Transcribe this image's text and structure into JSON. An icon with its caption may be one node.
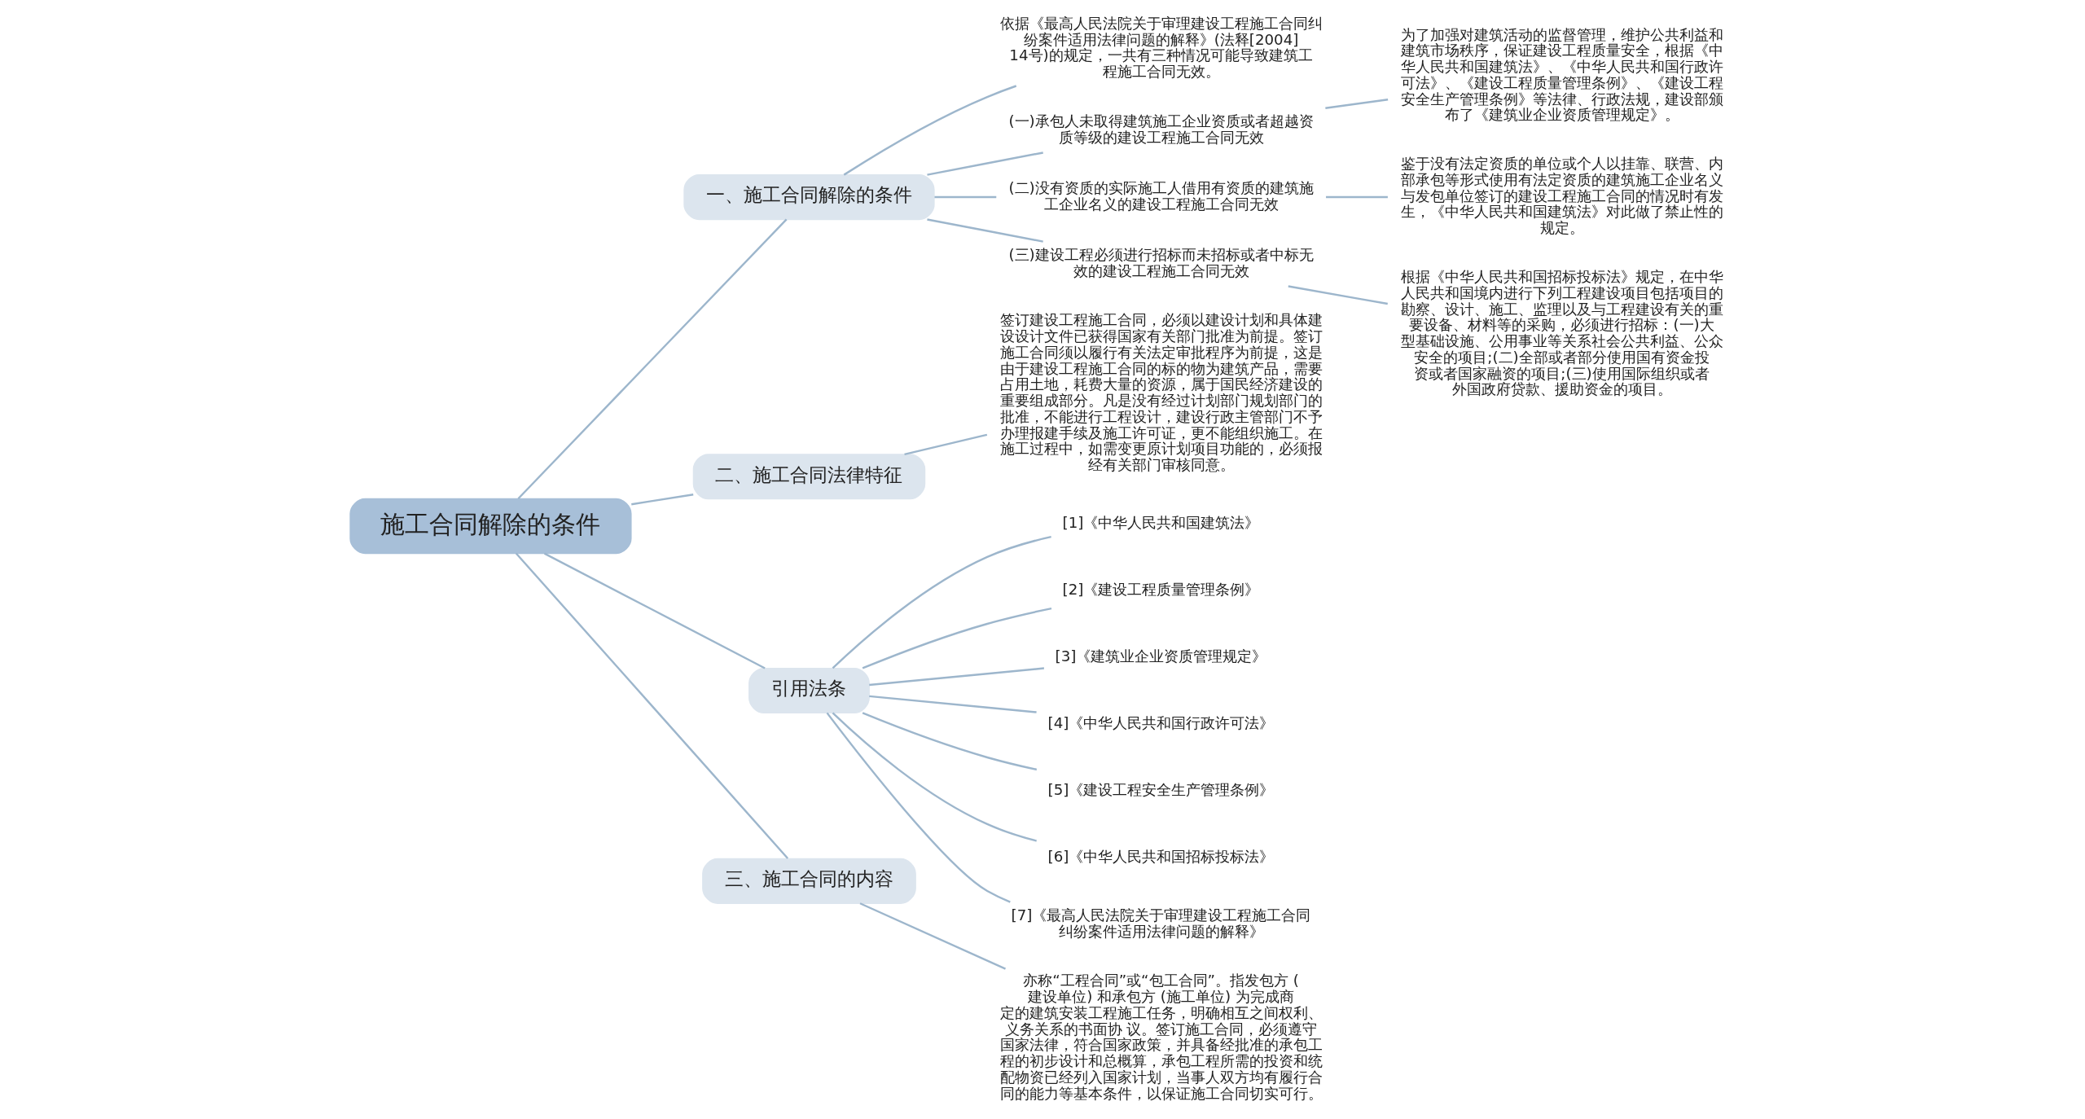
{
  "diagram": {
    "nodes": [
      {
        "text": [
          "施工合同解除的条件"
        ]
      },
      {
        "text": [
          "一、施工合同解除的条件"
        ]
      },
      {
        "text": [
          "依据《最高人民法院关于审理建设工程施工合同纠纷案件适用法律问题的解释》(法释[2004]14号)的规定，一共有三种情况可能导致建筑工程施工合同无效。"
        ]
      },
      {
        "text": [
          "(一)承包人未取得建筑施工企业资质或者超越资质等级的建设工程施工合同无效"
        ]
      },
      {
        "text": [
          "为了加强对建筑活动的监督管理，维护公共利益和建筑市场秩序，保证建设工程质量安全，根据《中华人民共和国建筑法》、《中华人民共和国行政许可法》、《建设工程质量管理条例》、《建设工程安全生产管理条例》等法律、行政法规，建设部颁布了《建筑业企业资质管理规定》。"
        ]
      },
      {
        "text": [
          "(二)没有资质的实际施工人借用有资质的建筑施工企业名义的建设工程施工合同无效"
        ]
      },
      {
        "text": [
          "鉴于没有法定资质的单位或个人以挂靠、联营、内部承包等形式使用有法定资质的建筑施工企业名义与发包单位签订的建设工程施工合同的情况时有发生，《中华人民共和国建筑法》对此做了禁止性的规定。"
        ]
      },
      {
        "text": [
          "(三)建设工程必须进行招标而未招标或者中标无效的建设工程施工合同无效"
        ]
      },
      {
        "text": [
          "根据《中华人民共和国招标投标法》规定，在中华人民共和国境内进行下列工程建设项目包括项目的勘察、设计、施工、监理以及与工程建设有关的重要设备、材料等的采购，必须进行招标：(一)大型基础设施、公用事业等关系社会公共利益、公众安全的项目;(二)全部或者部分使用国有资金投资或者国家融资的项目;(三)使用国际组织或者外国政府贷款、援助资金的项目。"
        ]
      },
      {
        "text": [
          "二、施工合同法律特征"
        ]
      },
      {
        "text": [
          "签订建设工程施工合同，必须以建设计划和具体建设设计文件已获得国家有关部门批准为前提。签订施工合同须以履行有关法定审批程序为前提，这是由于建设工程施工合同的标的物为建筑产品，需要占用土地，耗费大量的资源，属于国民经济建设的重要组成部分。凡是没有经过计划部门规划部门的批准，不能进行工程设计，建设行政主管部门不予办理报建手续及施工许可证，更不能组织施工。在施工过程中，如需变更原计划项目功能的，必须报经有关部门审核同意。"
        ]
      },
      {
        "text": [
          "引用法条"
        ]
      },
      {
        "text": [
          "[1]《中华人民共和国建筑法》"
        ]
      },
      {
        "text": [
          "[2]《建设工程质量管理条例》"
        ]
      },
      {
        "text": [
          "[3]《建筑业企业资质管理规定》"
        ]
      },
      {
        "text": [
          "[4]《中华人民共和国行政许可法》"
        ]
      },
      {
        "text": [
          "[5]《建设工程安全生产管理条例》"
        ]
      },
      {
        "text": [
          "[6]《中华人民共和国招标投标法》"
        ]
      },
      {
        "text": [
          "[7]《最高人民法院关于审理建设工程施工合同纠纷案件适用法律问题的解释》"
        ]
      },
      {
        "text": [
          "三、施工合同的内容"
        ]
      },
      {
        "text": [
          "亦称“工程合同”或“包工合同”。指发包方 (建设单位) 和承包方 (施工单位) 为完成商定的建筑安装工程施工任务，明确相互之间权利、义务关系的书面协 议。签订施工合同，必须遵守国家法律，符合国家政策，并具备经批准的承包工程的初步设计和总概算，承包工程所需的投资和统配物资已经列入国家计划，当事人双方均有履行合同的能力等基本条件，以保证施工合同切实可行。"
        ]
      }
    ],
    "edges": [
      {
        "from": 0,
        "to": 1,
        "arrow": "none"
      },
      {
        "from": 1,
        "to": 2,
        "arrow": "none"
      },
      {
        "from": 1,
        "to": 3,
        "arrow": "none"
      },
      {
        "from": 3,
        "to": 4,
        "arrow": "none"
      },
      {
        "from": 1,
        "to": 5,
        "arrow": "none"
      },
      {
        "from": 5,
        "to": 6,
        "arrow": "none"
      },
      {
        "from": 1,
        "to": 7,
        "arrow": "none"
      },
      {
        "from": 7,
        "to": 8,
        "arrow": "none"
      },
      {
        "from": 0,
        "to": 9,
        "arrow": "none"
      },
      {
        "from": 9,
        "to": 10,
        "arrow": "none"
      },
      {
        "from": 0,
        "to": 11,
        "arrow": "none"
      },
      {
        "from": 11,
        "to": 12,
        "arrow": "none"
      },
      {
        "from": 11,
        "to": 13,
        "arrow": "none"
      },
      {
        "from": 11,
        "to": 14,
        "arrow": "none"
      },
      {
        "from": 11,
        "to": 15,
        "arrow": "none"
      },
      {
        "from": 11,
        "to": 16,
        "arrow": "none"
      },
      {
        "from": 11,
        "to": 17,
        "arrow": "none"
      },
      {
        "from": 11,
        "to": 18,
        "arrow": "none"
      },
      {
        "from": 0,
        "to": 19,
        "arrow": "none"
      },
      {
        "from": 19,
        "to": 20,
        "arrow": "none"
      }
    ]
  }
}
